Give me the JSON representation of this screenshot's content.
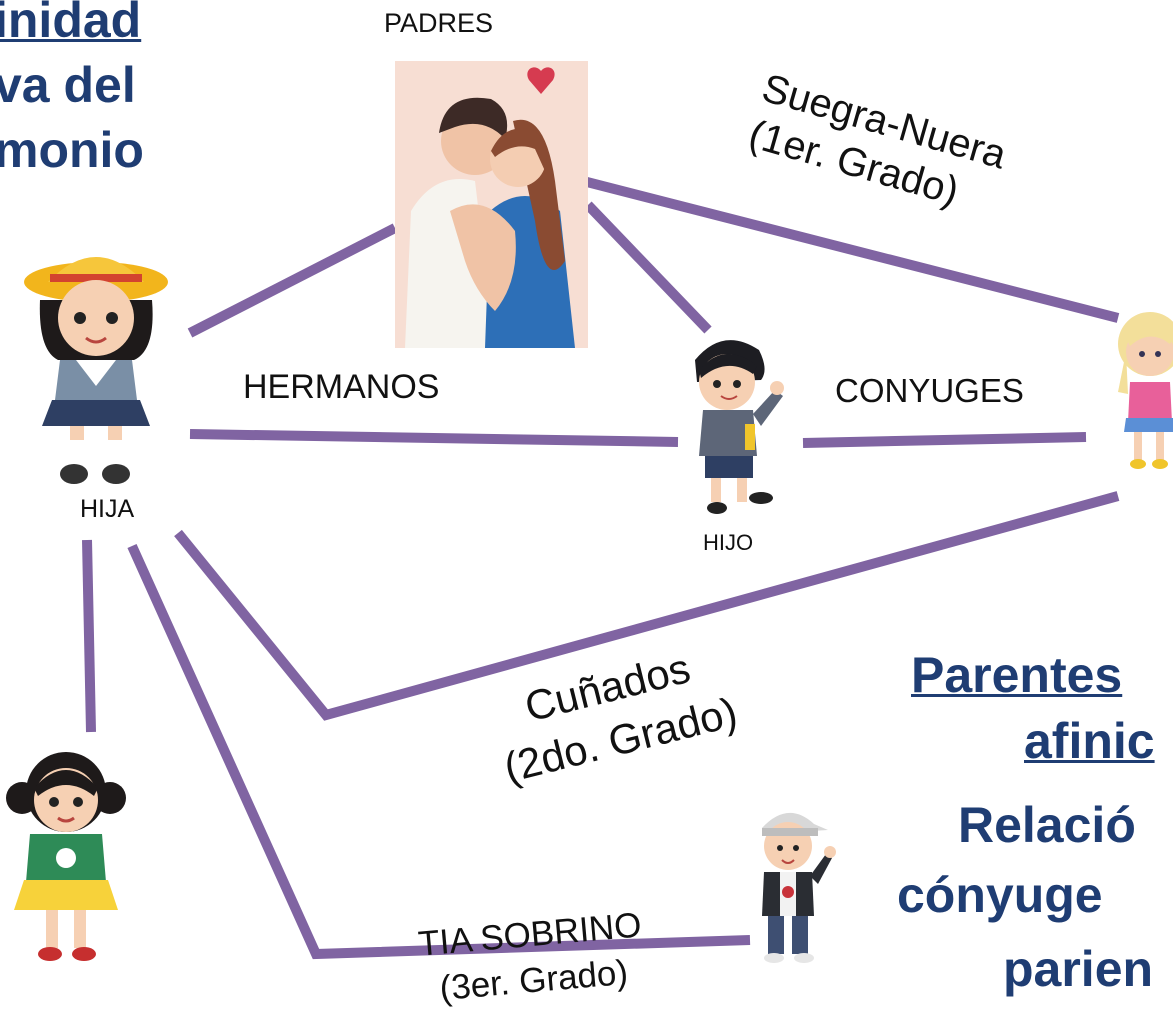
{
  "heading_left": {
    "line1": "inidad",
    "line2": "va del",
    "line3": "monio"
  },
  "heading_right": {
    "line1": "Parentes",
    "line2": "afinic",
    "line3": "Relació",
    "line4": "cónyuge",
    "line5": "parien"
  },
  "nodes": {
    "padres": "PADRES",
    "hija": "HIJA",
    "hijo": "HIJO"
  },
  "relations": {
    "suegra_nuera": {
      "line1": "Suegra-Nuera",
      "line2": "(1er. Grado)"
    },
    "hermanos": "HERMANOS",
    "conyuges": "CONYUGES",
    "cunados": {
      "line1": "Cuñados",
      "line2": "(2do. Grado)"
    },
    "tia_sobrino": {
      "line1": "TIA SOBRINO",
      "line2": "(3er. Grado)"
    }
  },
  "colors": {
    "connector": "#8064a2",
    "heading": "#1f3d73"
  },
  "icons": [
    "couple-illustration",
    "girl-hat-illustration",
    "boy-uniform-illustration",
    "blonde-girl-illustration",
    "girl-pigtails-illustration",
    "boy-cap-illustration"
  ]
}
